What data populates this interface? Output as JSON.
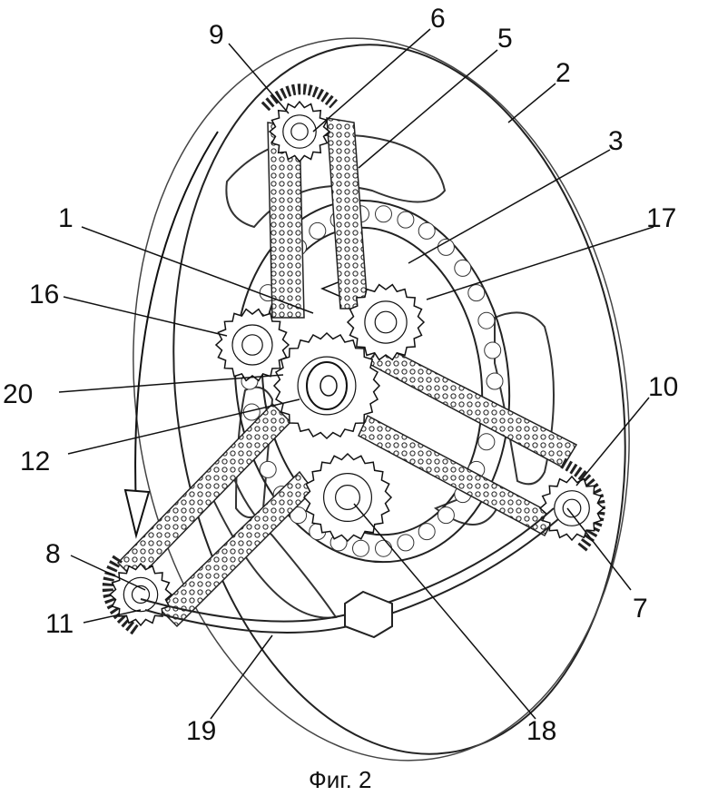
{
  "figure": {
    "caption": "Фиг. 2",
    "labels": {
      "l1": "1",
      "l2": "2",
      "l3": "3",
      "l5": "5",
      "l6": "6",
      "l7": "7",
      "l8": "8",
      "l9": "9",
      "l10": "10",
      "l11": "11",
      "l12": "12",
      "l16": "16",
      "l17": "17",
      "l18": "18",
      "l19": "19",
      "l20": "20"
    }
  }
}
